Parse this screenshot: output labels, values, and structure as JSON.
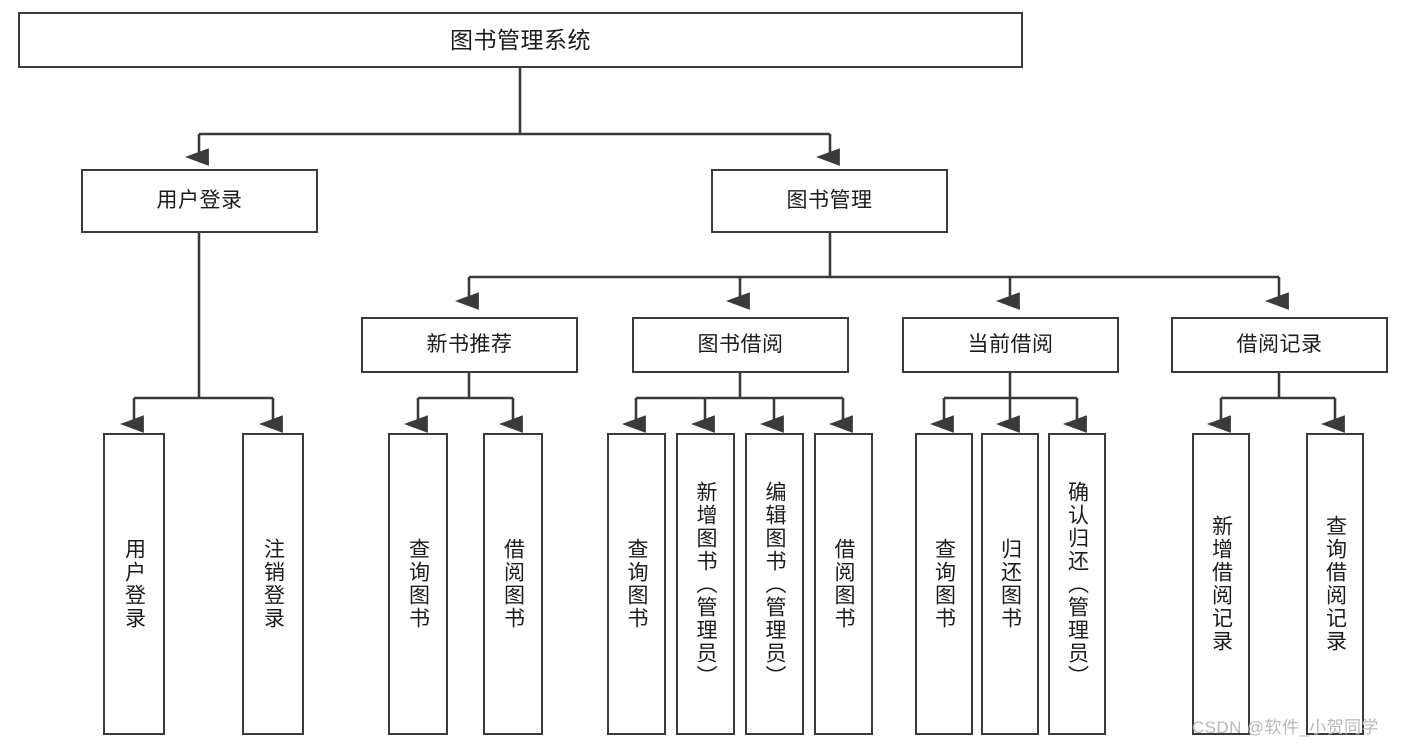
{
  "diagram": {
    "type": "tree-hierarchy",
    "title": "图书管理系统",
    "watermark": "CSDN @软件_小贺同学",
    "accent_color": "#3a3a3a",
    "text_color": "#1c1c1c",
    "background": "#ffffff",
    "levels": [
      {
        "level": 0,
        "nodes": [
          {
            "id": "root",
            "label": "图书管理系统",
            "orientation": "horizontal"
          }
        ]
      },
      {
        "level": 1,
        "nodes": [
          {
            "id": "user-login",
            "label": "用户登录",
            "orientation": "horizontal",
            "parent": "root"
          },
          {
            "id": "book-manage",
            "label": "图书管理",
            "orientation": "horizontal",
            "parent": "root"
          }
        ]
      },
      {
        "level": 2,
        "nodes": [
          {
            "id": "new-book-rec",
            "label": "新书推荐",
            "orientation": "horizontal",
            "parent": "book-manage"
          },
          {
            "id": "book-borrow",
            "label": "图书借阅",
            "orientation": "horizontal",
            "parent": "book-manage"
          },
          {
            "id": "current-borrow",
            "label": "当前借阅",
            "orientation": "horizontal",
            "parent": "book-manage"
          },
          {
            "id": "borrow-record",
            "label": "借阅记录",
            "orientation": "horizontal",
            "parent": "book-manage"
          }
        ]
      },
      {
        "level": 3,
        "nodes": [
          {
            "id": "leaf-user-login",
            "label": "用户登录",
            "orientation": "vertical",
            "parent": "user-login"
          },
          {
            "id": "leaf-logout",
            "label": "注销登录",
            "orientation": "vertical",
            "parent": "user-login"
          },
          {
            "id": "leaf-query-book-1",
            "label": "查询图书",
            "orientation": "vertical",
            "parent": "new-book-rec"
          },
          {
            "id": "leaf-borrow-book-1",
            "label": "借阅图书",
            "orientation": "vertical",
            "parent": "new-book-rec"
          },
          {
            "id": "leaf-query-book-2",
            "label": "查询图书",
            "orientation": "vertical",
            "parent": "book-borrow"
          },
          {
            "id": "leaf-add-book",
            "label": "新增图书（管理员）",
            "orientation": "vertical",
            "parent": "book-borrow"
          },
          {
            "id": "leaf-edit-book",
            "label": "编辑图书（管理员）",
            "orientation": "vertical",
            "parent": "book-borrow"
          },
          {
            "id": "leaf-borrow-book-2",
            "label": "借阅图书",
            "orientation": "vertical",
            "parent": "book-borrow"
          },
          {
            "id": "leaf-query-book-3",
            "label": "查询图书",
            "orientation": "vertical",
            "parent": "current-borrow"
          },
          {
            "id": "leaf-return-book",
            "label": "归还图书",
            "orientation": "vertical",
            "parent": "current-borrow"
          },
          {
            "id": "leaf-confirm-return",
            "label": "确认归还（管理员）",
            "orientation": "vertical",
            "parent": "current-borrow"
          },
          {
            "id": "leaf-add-record",
            "label": "新增借阅记录",
            "orientation": "vertical",
            "parent": "borrow-record"
          },
          {
            "id": "leaf-query-record",
            "label": "查询借阅记录",
            "orientation": "vertical",
            "parent": "borrow-record"
          }
        ]
      }
    ]
  }
}
